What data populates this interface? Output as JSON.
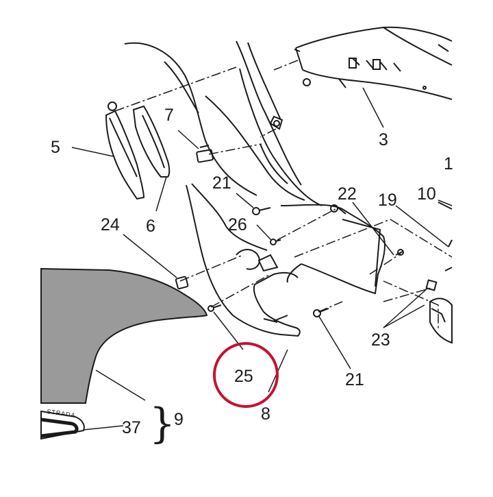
{
  "diagram": {
    "labels": {
      "p1": "1",
      "p3": "3",
      "p5": "5",
      "p6": "6",
      "p7": "7",
      "p8": "8",
      "p9": "9",
      "p10": "10",
      "p19": "19",
      "p21a": "21",
      "p21b": "21",
      "p22": "22",
      "p23": "23",
      "p24": "24",
      "p25": "25",
      "p26": "26",
      "p37": "37"
    },
    "decal_text": "STRADA",
    "highlight": {
      "target_label": "25",
      "color": "#c8102e"
    },
    "colors": {
      "line": "#1a1a1a",
      "decal_fill": "#9a9a9a",
      "background": "#ffffff"
    }
  }
}
